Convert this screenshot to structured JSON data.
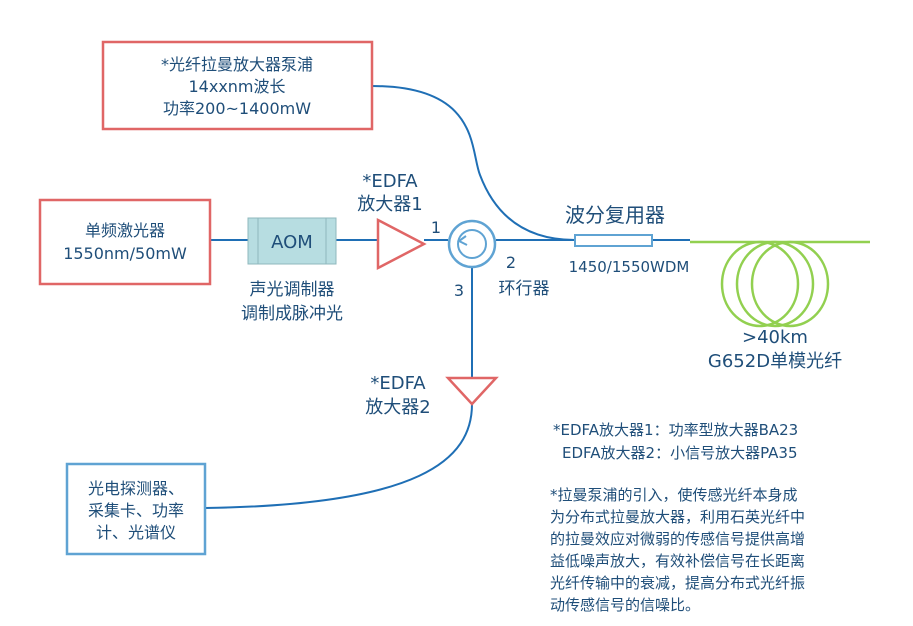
{
  "pump_box": {
    "line1": "*光纤拉曼放大器泵浦",
    "line2": "14xxnm波长",
    "line3": "功率200~1400mW"
  },
  "laser_box": {
    "line1": "单频激光器",
    "line2": "1550nm/50mW"
  },
  "aom": {
    "label": "AOM",
    "caption1": "声光调制器",
    "caption2": "调制成脉冲光"
  },
  "edfa1": {
    "line1": "*EDFA",
    "line2": "放大器1"
  },
  "circulator": {
    "port1": "1",
    "port2": "2",
    "port3": "3",
    "label": "环行器"
  },
  "wdm": {
    "title": "波分复用器",
    "spec": "1450/1550WDM"
  },
  "fiber": {
    "line1": ">40km",
    "line2": "G652D单模光纤"
  },
  "edfa2": {
    "line1": "*EDFA",
    "line2": "放大器2"
  },
  "detector_box": {
    "line1": "光电探测器、",
    "line2": "采集卡、功率",
    "line3": "计、光谱仪"
  },
  "notes": {
    "edfa1": "*EDFA放大器1：功率型放大器BA23",
    "edfa2": "EDFA放大器2：小信号放大器PA35",
    "raman": [
      "*拉曼泵浦的引入，使传感光纤本身成",
      "为分布式拉曼放大器，利用石英光纤中",
      "的拉曼效应对微弱的传感信号提供高增",
      "益低噪声放大，有效补偿信号在长距离",
      "光纤传输中的衰减，提高分布式光纤振",
      "动传感信号的信噪比。"
    ]
  },
  "colors": {
    "wire": "#1f6fb5",
    "text": "#1f4e79",
    "red_outline": "#e06666",
    "blue_outline": "#5fa3d3",
    "fiber_green": "#92d050",
    "aom_fill": "#b7dde1"
  }
}
